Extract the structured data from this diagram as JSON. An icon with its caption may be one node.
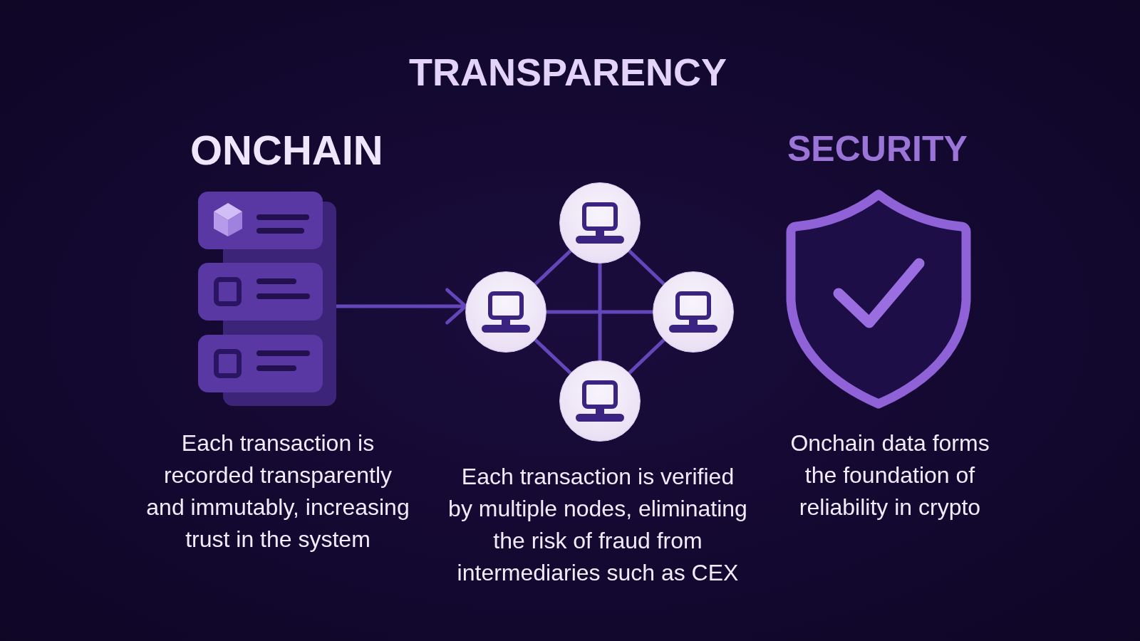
{
  "diagram": {
    "title": "TRANSPARENCY",
    "nodes": [
      {
        "text": [],
        "shape": "picture"
      },
      {
        "text": [],
        "shape": "circle"
      },
      {
        "text": [],
        "shape": "circle"
      },
      {
        "text": [],
        "shape": "circle"
      },
      {
        "text": [],
        "shape": "circle"
      }
    ],
    "edges": [
      {
        "from": 0,
        "to": 2,
        "arrow": "to"
      },
      {
        "from": 1,
        "to": 2,
        "arrow": "none"
      },
      {
        "from": 1,
        "to": 3,
        "arrow": "none"
      },
      {
        "from": 1,
        "to": 4,
        "arrow": "none"
      },
      {
        "from": 2,
        "to": 3,
        "arrow": "none"
      },
      {
        "from": 2,
        "to": 4,
        "arrow": "none"
      },
      {
        "from": 3,
        "to": 4,
        "arrow": "none"
      }
    ],
    "labels": [
      "ONCHAIN",
      "SECURITY",
      "Each transaction is recorded transparently and immutably, increasing trust in the system",
      "Each transaction is verified by multiple nodes, eliminating the risk of fraud from intermediaries such as CEX",
      "Onchain data forms the foundation of reliability in crypto"
    ]
  }
}
